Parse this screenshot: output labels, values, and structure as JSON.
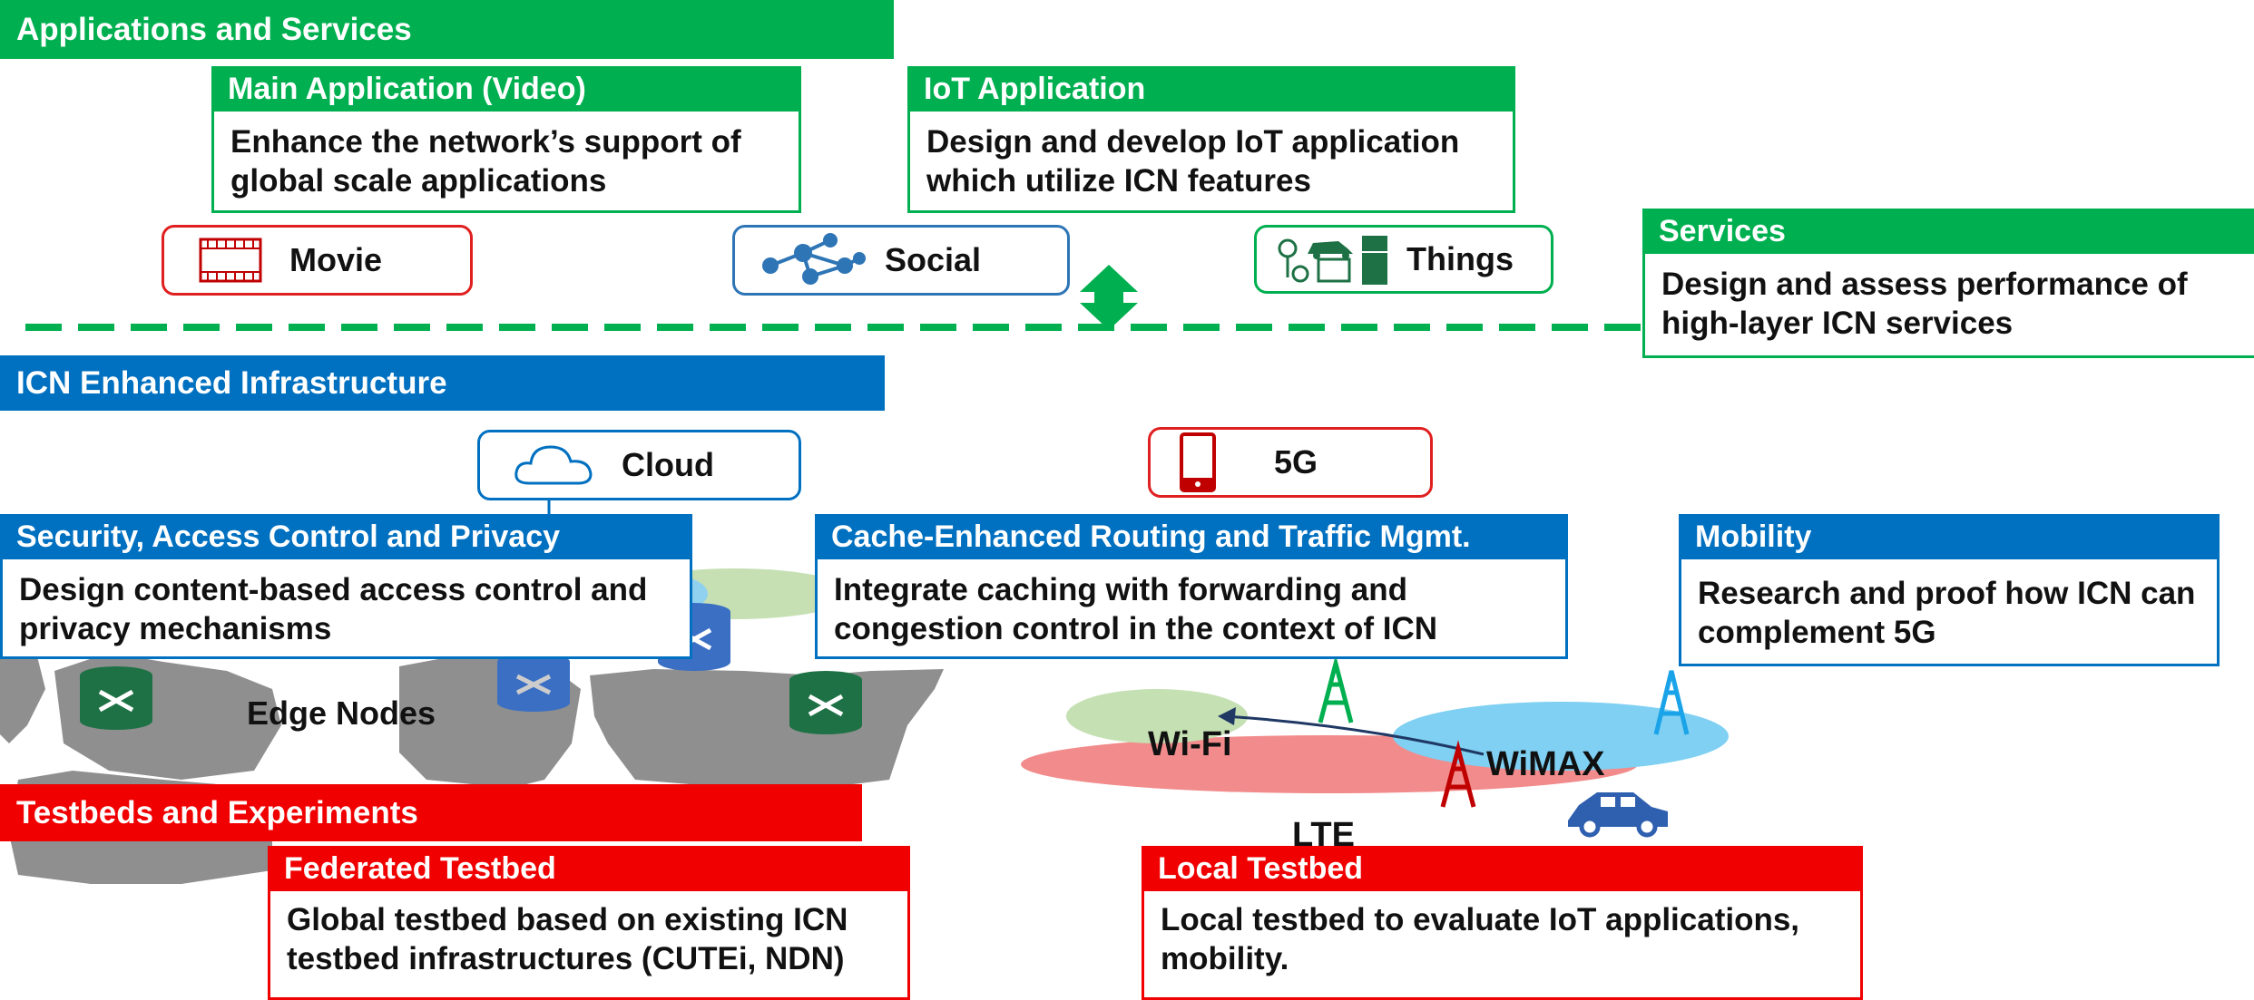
{
  "colors": {
    "green": "#00b050",
    "blue": "#0070c0",
    "red": "#f00000",
    "gray": "#8c8c8c"
  },
  "applications": {
    "banner": "Applications and Services",
    "main_app": {
      "title": "Main Application (Video)",
      "body": "Enhance the network’s support of global scale applications"
    },
    "iot_app": {
      "title": "IoT Application",
      "body": "Design and develop IoT application which utilize ICN features"
    },
    "services": {
      "title": "Services",
      "body": "Design and assess performance of high-layer ICN services"
    },
    "movie": {
      "label": "Movie",
      "icon": "film-strip-icon"
    },
    "social": {
      "label": "Social",
      "icon": "social-network-icon"
    },
    "things": {
      "label": "Things",
      "icon": "iot-things-icon"
    }
  },
  "infrastructure": {
    "banner": "ICN Enhanced Infrastructure",
    "cloud": {
      "label": "Cloud",
      "icon": "cloud-icon"
    },
    "fiveg": {
      "label": "5G",
      "icon": "smartphone-icon"
    },
    "security": {
      "title": "Security, Access Control and Privacy",
      "body": "Design content-based access control and privacy mechanisms"
    },
    "cache": {
      "title": "Cache-Enhanced Routing and Traffic Mgmt.",
      "body": "Integrate caching with forwarding and congestion control in the context of ICN"
    },
    "mobility": {
      "title": "Mobility",
      "body": "Research and proof how ICN can complement 5G"
    },
    "edge_nodes": "Edge Nodes",
    "wifi": "Wi-Fi",
    "wimax": "WiMAX",
    "lte": "LTE"
  },
  "testbeds": {
    "banner": "Testbeds and Experiments",
    "federated": {
      "title": "Federated Testbed",
      "body": "Global testbed based on existing ICN testbed infrastructures (CUTEi, NDN)"
    },
    "local": {
      "title": "Local Testbed",
      "body": "Local testbed to evaluate IoT applications, mobility."
    }
  }
}
